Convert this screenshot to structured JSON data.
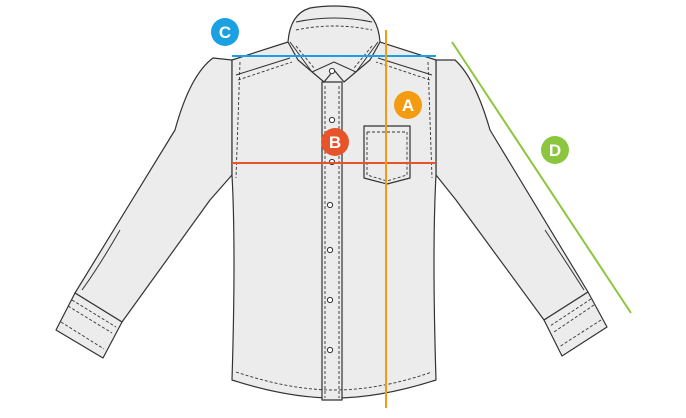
{
  "colors": {
    "shirt_fill": "#ececec",
    "shirt_stroke": "#333333",
    "A": "#f39c12",
    "B": "#e8542a",
    "C": "#1ba1e2",
    "D": "#8cc63f"
  },
  "markers": {
    "A": {
      "label": "A"
    },
    "B": {
      "label": "B"
    },
    "C": {
      "label": "C"
    },
    "D": {
      "label": "D"
    }
  }
}
